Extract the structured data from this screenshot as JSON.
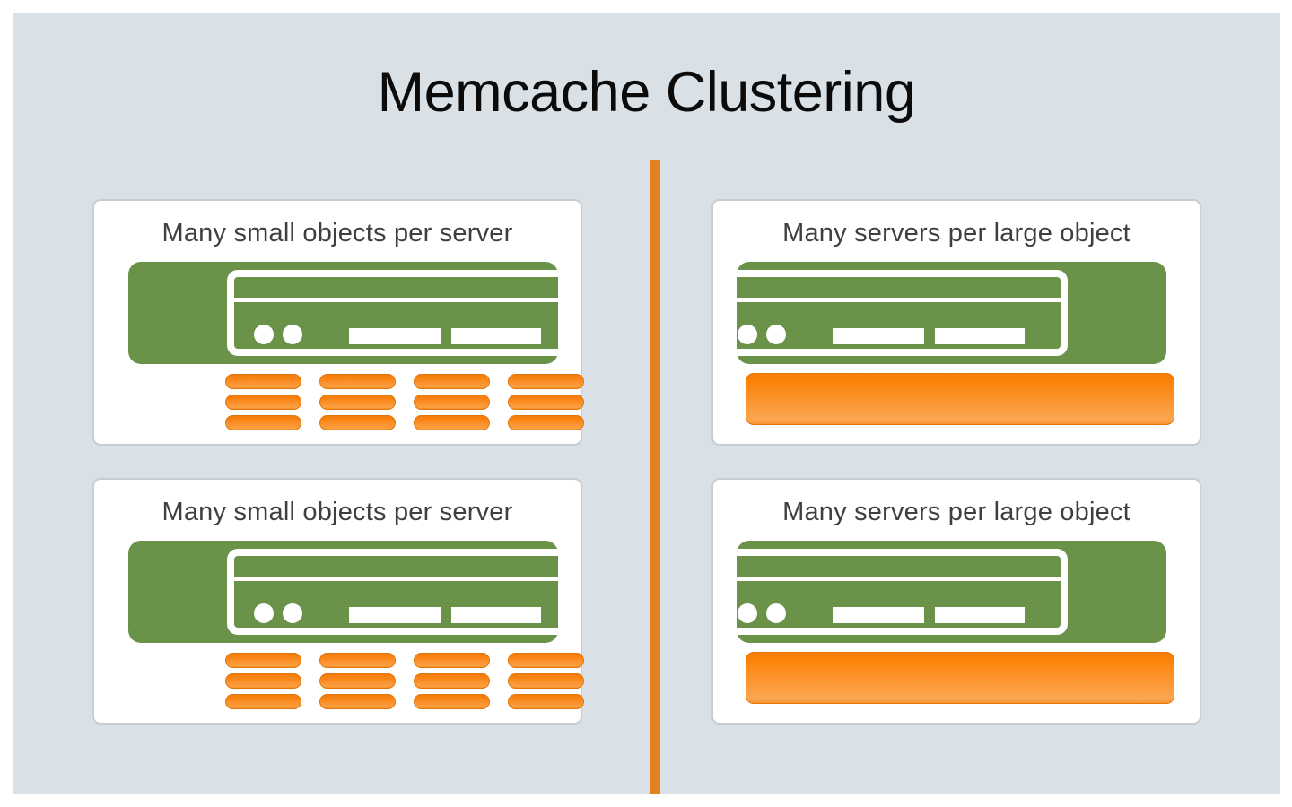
{
  "slide": {
    "title": "Memcache Clustering",
    "background_color": "#d9e0e6",
    "page_background_color": "#ffffff"
  },
  "divider": {
    "name": "vertical-divider",
    "color": "#e2821f",
    "orientation": "vertical"
  },
  "palette": {
    "server_green": "#6b9249",
    "object_orange": "#f9820f",
    "object_orange_light": "#fba041",
    "object_border": "#e2760a",
    "card_background": "#ffffff",
    "card_border": "#c6cdd3",
    "title_text": "#0b0b0b",
    "card_title_text": "#3f3f3f"
  },
  "columns": [
    {
      "side": "left",
      "cards": [
        {
          "title": "Many small objects per server",
          "server": {
            "icon": "server-icon",
            "orientation": "panel-right",
            "led_count": 2,
            "bar_count": 2
          },
          "objects": {
            "style": "small-pills",
            "columns": 4,
            "rows": 3,
            "count": 12
          }
        },
        {
          "title": "Many small objects per server",
          "server": {
            "icon": "server-icon",
            "orientation": "panel-right",
            "led_count": 2,
            "bar_count": 2
          },
          "objects": {
            "style": "small-pills",
            "columns": 4,
            "rows": 3,
            "count": 12
          }
        }
      ]
    },
    {
      "side": "right",
      "cards": [
        {
          "title": "Many servers per large object",
          "server": {
            "icon": "server-icon",
            "orientation": "panel-left",
            "led_count": 2,
            "bar_count": 2
          },
          "objects": {
            "style": "large-block",
            "columns": 1,
            "rows": 1,
            "count": 1
          }
        },
        {
          "title": "Many servers per large object",
          "server": {
            "icon": "server-icon",
            "orientation": "panel-left",
            "led_count": 2,
            "bar_count": 2
          },
          "objects": {
            "style": "large-block",
            "columns": 1,
            "rows": 1,
            "count": 1
          }
        }
      ]
    }
  ]
}
